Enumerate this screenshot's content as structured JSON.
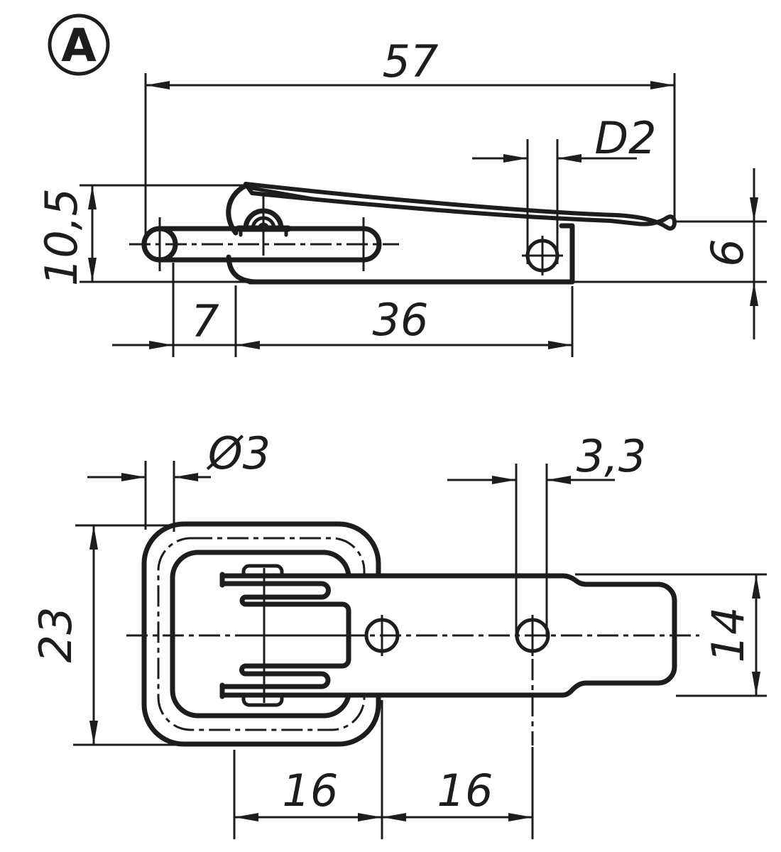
{
  "drawing": {
    "view_label": "A",
    "colors": {
      "line": "#1d1d1b",
      "background": "#ffffff"
    },
    "side_view": {
      "overall_length": "57",
      "slot_hole": "D2",
      "front_height": "10,5",
      "end_height": "6",
      "pin_to_body": "7",
      "body_to_hole": "36"
    },
    "plan_view": {
      "wire_diameter": "Ø3",
      "hole_diameter": "3,3",
      "body_width": "23",
      "strap_width": "14",
      "hole_spacing_front": "16",
      "hole_spacing_rear": "16"
    }
  }
}
